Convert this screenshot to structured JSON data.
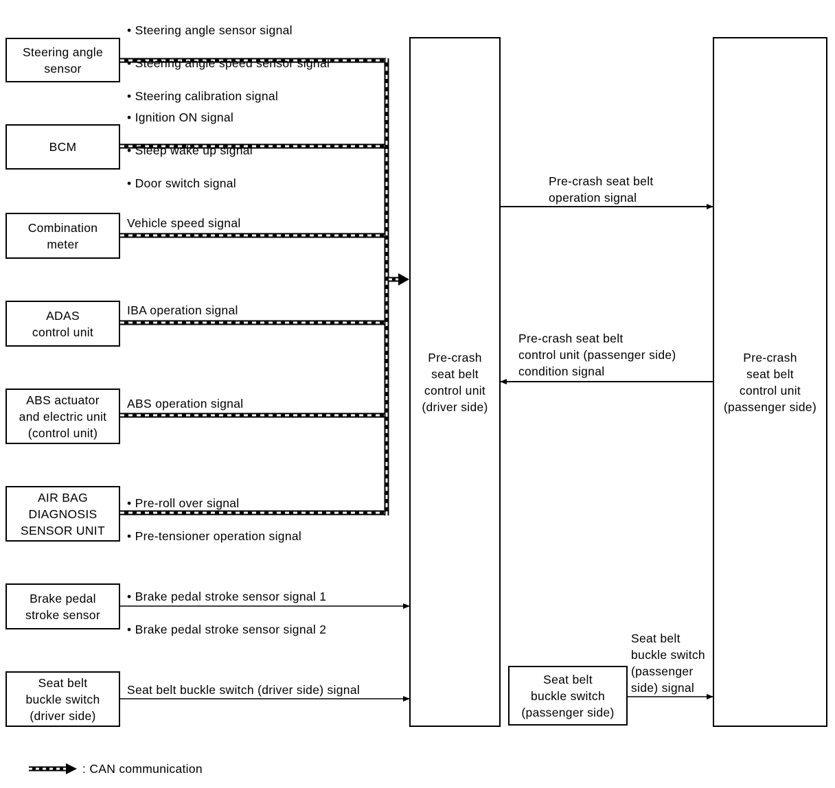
{
  "inputs": {
    "steering": {
      "label": "Steering angle\nsensor",
      "signals": [
        "Steering angle sensor signal",
        "Steering angle speed sensor signal",
        "Steering calibration signal"
      ]
    },
    "bcm": {
      "label": "BCM",
      "signals": [
        "Ignition ON signal",
        "Sleep wake up signal",
        "Door switch signal"
      ]
    },
    "combination_meter": {
      "label": "Combination\nmeter",
      "signal": "Vehicle speed signal"
    },
    "adas": {
      "label": "ADAS\ncontrol unit",
      "signal": "IBA operation signal"
    },
    "abs": {
      "label": "ABS actuator\nand electric unit\n(control unit)",
      "signal": "ABS operation signal"
    },
    "airbag": {
      "label": "AIR BAG\nDIAGNOSIS\nSENSOR UNIT",
      "signals": [
        "Pre-roll over signal",
        "Pre-tensioner operation signal"
      ]
    },
    "brake_pedal": {
      "label": "Brake pedal\nstroke sensor",
      "signals": [
        "Brake pedal stroke sensor signal 1",
        "Brake pedal stroke sensor signal 2"
      ]
    },
    "buckle_driver": {
      "label": "Seat belt\nbuckle switch\n(driver side)",
      "signal": "Seat belt buckle switch (driver side) signal"
    }
  },
  "units": {
    "driver": {
      "label": "Pre-crash\nseat belt\ncontrol unit\n(driver side)"
    },
    "passenger": {
      "label": "Pre-crash\nseat belt\ncontrol unit\n(passenger side)"
    },
    "buckle_passenger": {
      "label": "Seat belt\nbuckle switch\n(passenger side)"
    }
  },
  "links": {
    "operation_signal": "Pre-crash seat belt\noperation signal",
    "condition_signal": "Pre-crash seat belt\ncontrol unit (passenger side)\ncondition signal",
    "passenger_buckle_signal": "Seat belt\nbuckle switch\n(passenger\nside) signal"
  },
  "legend": {
    "text": ": CAN communication"
  },
  "colors": {
    "line": "#000000",
    "background": "#ffffff"
  }
}
